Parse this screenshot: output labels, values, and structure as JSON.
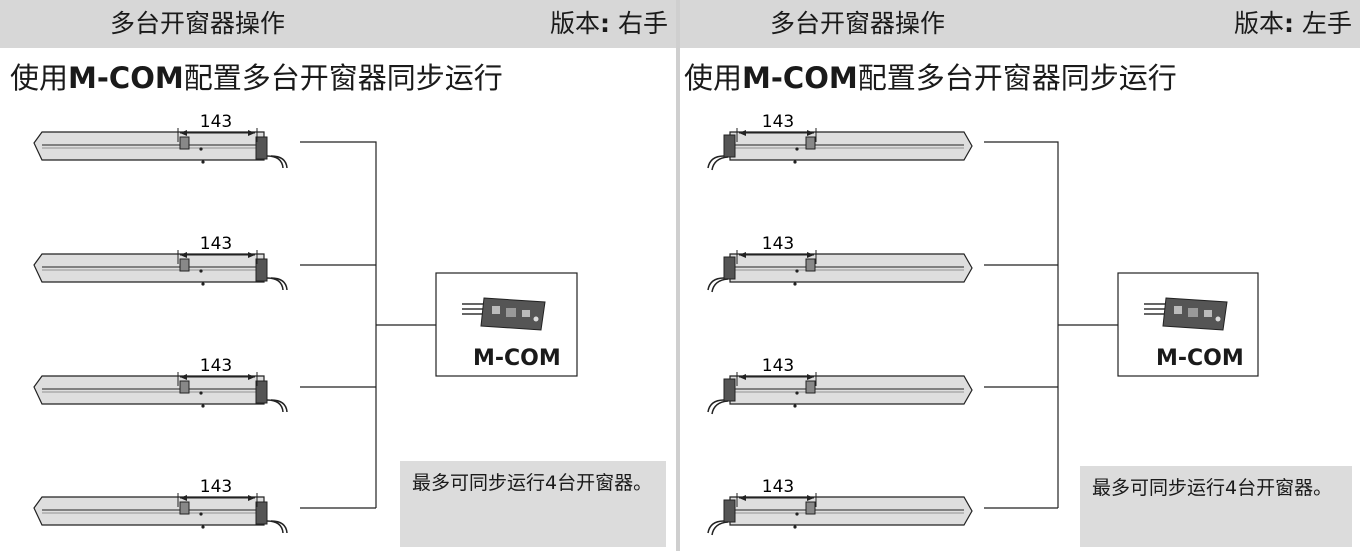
{
  "panels": [
    {
      "header_title": "多台开窗器操作",
      "version_prefix": "版本",
      "version_colon": ":",
      "version_value": "右手",
      "subtitle_pre": "使用",
      "subtitle_bold": "M-COM",
      "subtitle_post": "配置多台开窗器同步运行",
      "dimension_label": "143",
      "module_label": "M-COM",
      "note_text": "最多可同步运行4台开窗器。"
    },
    {
      "header_title": "多台开窗器操作",
      "version_prefix": "版本",
      "version_colon": ":",
      "version_value": "左手",
      "subtitle_pre": "使用",
      "subtitle_bold": "M-COM",
      "subtitle_post": "配置多台开窗器同步运行",
      "dimension_label": "143",
      "module_label": "M-COM",
      "note_text": "最多可同步运行4台开窗器。"
    }
  ],
  "colors": {
    "header_bg": "#d7d7d7",
    "note_bg": "#dcdcdc",
    "actuator_fill": "#dedede",
    "line": "#222222"
  }
}
